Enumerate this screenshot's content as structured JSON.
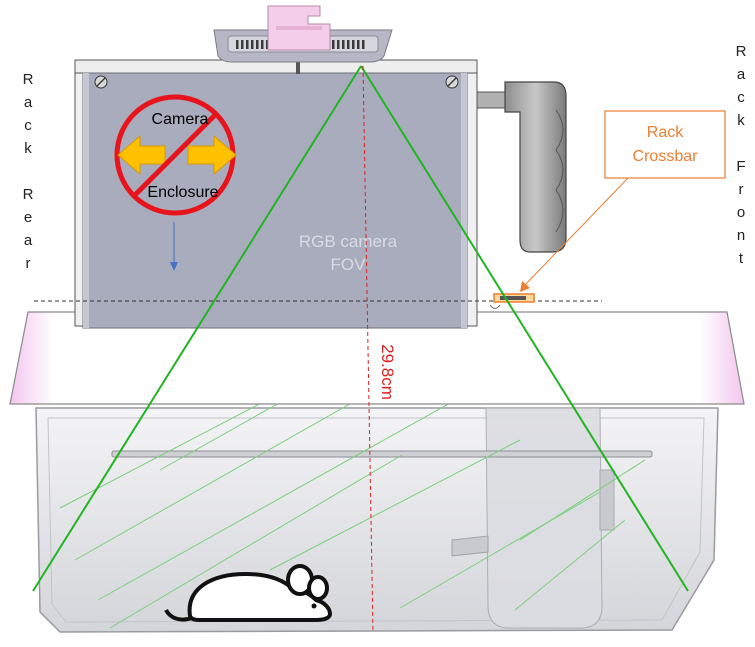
{
  "labels": {
    "rack_rear": "Rack Rear",
    "rack_front": "Rack Front",
    "camera": "Camera",
    "enclosure": "Enclosure",
    "fov_line1": "RGB camera",
    "fov_line2": "FOV",
    "crossbar_line1": "Rack",
    "crossbar_line2": "Crossbar",
    "distance": "29.8cm"
  },
  "colors": {
    "fov_lines": "#22b422",
    "hatch": "#7ad07a",
    "distance": "#e02020",
    "crossbar": "#ed7d31",
    "enclosure_arrow": "#4472c4",
    "prohibit": "#e8141c",
    "arrows": "#ffc000",
    "enclosure_fill": "#a9acbc",
    "fov_text": "#d9dbe6"
  },
  "icons": [
    "prohibition-icon",
    "double-arrow-icon",
    "mouse-icon",
    "camera-module-icon",
    "handle-icon"
  ]
}
